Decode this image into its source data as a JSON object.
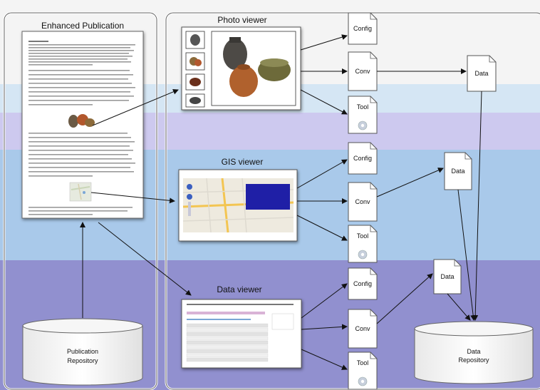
{
  "left_panel": {
    "publication_title": "Enhanced Publication",
    "repository_label_line1": "Publication",
    "repository_label_line2": "Repository"
  },
  "viewers": {
    "photo": {
      "title": "Photo viewer"
    },
    "gis": {
      "title": "GIS viewer"
    },
    "data": {
      "title": "Data viewer"
    }
  },
  "doc_labels": {
    "config": "Config",
    "conv": "Conv",
    "tool": "Tool",
    "data": "Data"
  },
  "data_repository": {
    "line1": "Data",
    "line2": "Repository"
  },
  "colors": {
    "band_top": "#f2f2f2",
    "band_light_blue": "#cfe3f3",
    "band_lavender": "#cbc8ee",
    "band_blue": "#a6c8ea",
    "band_purple": "#8f8fcf"
  }
}
